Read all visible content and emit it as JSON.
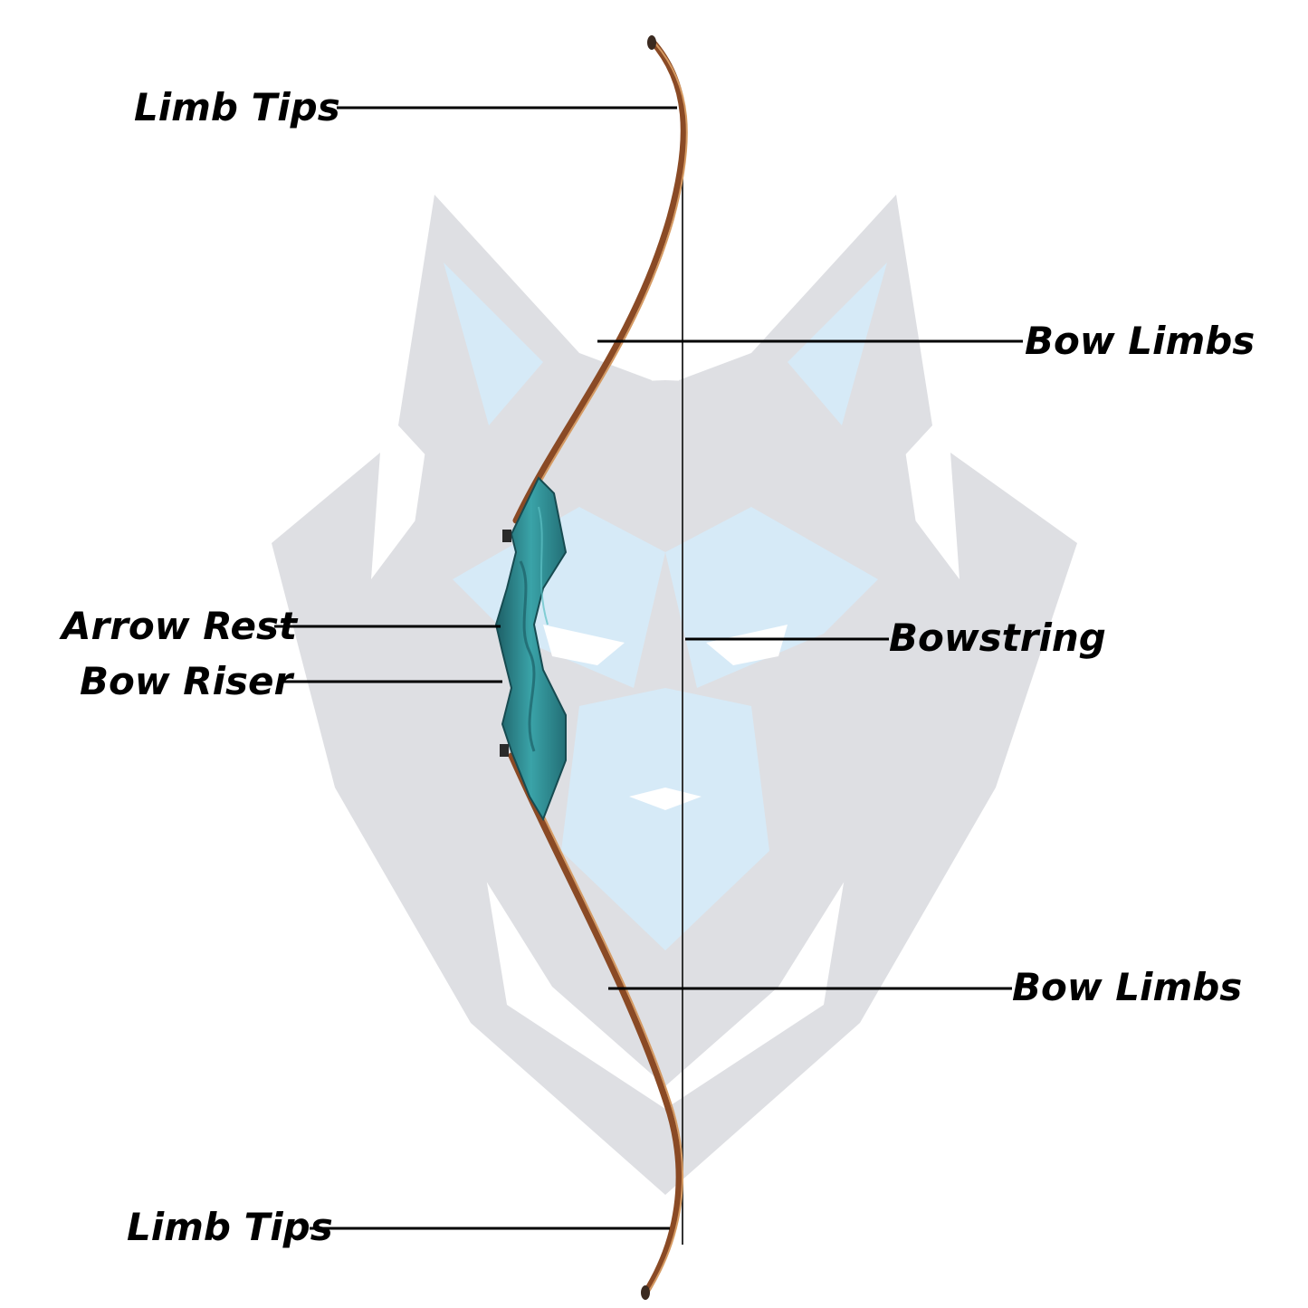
{
  "labels": {
    "limb_tips_top": "Limb Tips",
    "bow_limbs_upper": "Bow Limbs",
    "arrow_rest": "Arrow Rest",
    "bow_riser": "Bow Riser",
    "bowstring": "Bowstring",
    "bow_limbs_lower": "Bow Limbs",
    "limb_tips_bottom": "Limb Tips"
  },
  "colors": {
    "watermark_gray": "#dedfe3",
    "watermark_blue": "#d6eaf7",
    "limb_wood": "#8a4a25",
    "limb_light": "#d59a62",
    "riser_teal": "#2f8f95",
    "riser_dark": "#1d5f66",
    "string": "#333333",
    "leader": "#000000"
  },
  "watermark": {
    "icon": "wolf-head-icon"
  }
}
